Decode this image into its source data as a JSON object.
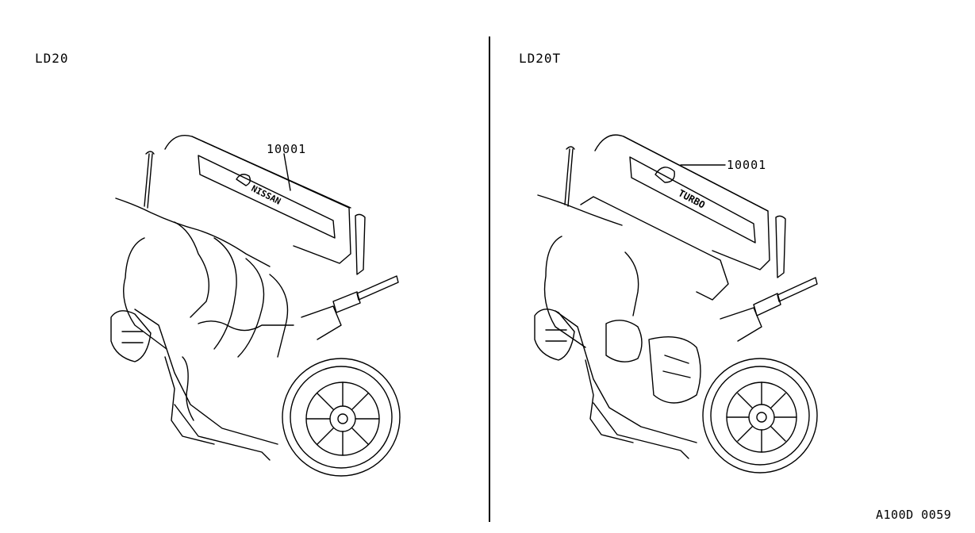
{
  "panels": [
    {
      "variant_label": "LD20",
      "callout": "10001",
      "nameplate": "NISSAN"
    },
    {
      "variant_label": "LD20T",
      "callout": "10001",
      "nameplate": "TURBO"
    }
  ],
  "figure_code": "A100D 0059"
}
